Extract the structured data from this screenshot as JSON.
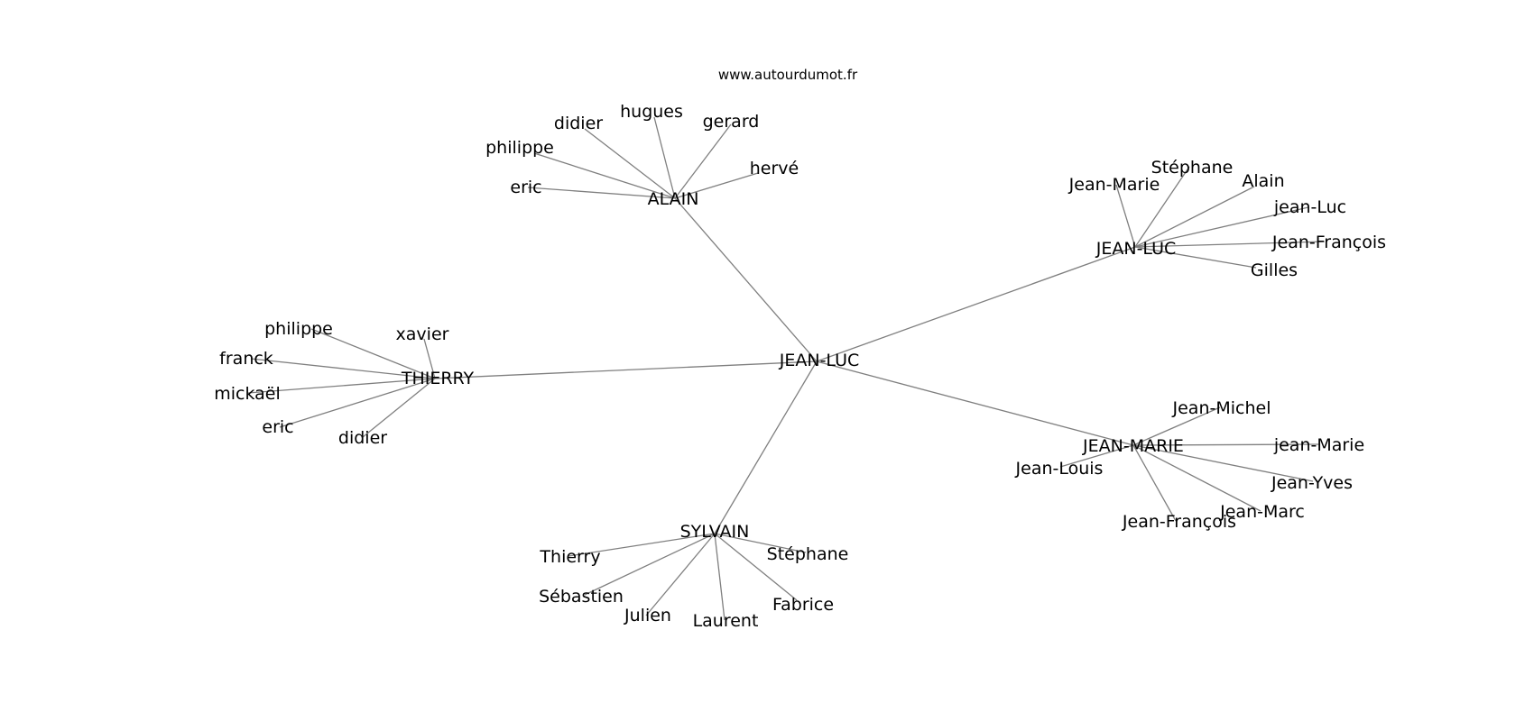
{
  "watermark": "www.autourdumot.fr",
  "colors": {
    "edge": "#7f7f7f",
    "text": "#000000",
    "background": "#ffffff"
  },
  "center": {
    "id": "center",
    "label": "JEAN-LUC"
  },
  "clusters": [
    {
      "id": "alain",
      "label": "ALAIN",
      "leaves": [
        {
          "id": "alain-didier",
          "label": "didier"
        },
        {
          "id": "alain-hugues",
          "label": "hugues"
        },
        {
          "id": "alain-gerard",
          "label": "gerard"
        },
        {
          "id": "alain-philippe",
          "label": "philippe"
        },
        {
          "id": "alain-herve",
          "label": "hervé"
        },
        {
          "id": "alain-eric",
          "label": "eric"
        }
      ]
    },
    {
      "id": "jean-luc",
      "label": "JEAN-LUC",
      "leaves": [
        {
          "id": "jl-stephane",
          "label": "Stéphane"
        },
        {
          "id": "jl-jean-marie",
          "label": "Jean-Marie"
        },
        {
          "id": "jl-alain",
          "label": "Alain"
        },
        {
          "id": "jl-jean-luc",
          "label": "jean-Luc"
        },
        {
          "id": "jl-jean-francois",
          "label": "Jean-François"
        },
        {
          "id": "jl-gilles",
          "label": "Gilles"
        }
      ]
    },
    {
      "id": "thierry",
      "label": "THIERRY",
      "leaves": [
        {
          "id": "th-philippe",
          "label": "philippe"
        },
        {
          "id": "th-xavier",
          "label": "xavier"
        },
        {
          "id": "th-franck",
          "label": "franck"
        },
        {
          "id": "th-mickael",
          "label": "mickaël"
        },
        {
          "id": "th-eric",
          "label": "eric"
        },
        {
          "id": "th-didier",
          "label": "didier"
        }
      ]
    },
    {
      "id": "jean-marie",
      "label": "JEAN-MARIE",
      "leaves": [
        {
          "id": "jm-jean-michel",
          "label": "Jean-Michel"
        },
        {
          "id": "jm-jean-marie",
          "label": "jean-Marie"
        },
        {
          "id": "jm-jean-louis",
          "label": "Jean-Louis"
        },
        {
          "id": "jm-jean-yves",
          "label": "Jean-Yves"
        },
        {
          "id": "jm-jean-marc",
          "label": "Jean-Marc"
        },
        {
          "id": "jm-jean-francois",
          "label": "Jean-François"
        }
      ]
    },
    {
      "id": "sylvain",
      "label": "SYLVAIN",
      "leaves": [
        {
          "id": "sy-thierry",
          "label": "Thierry"
        },
        {
          "id": "sy-stephane",
          "label": "Stéphane"
        },
        {
          "id": "sy-sebastien",
          "label": "Sébastien"
        },
        {
          "id": "sy-fabrice",
          "label": "Fabrice"
        },
        {
          "id": "sy-julien",
          "label": "Julien"
        },
        {
          "id": "sy-laurent",
          "label": "Laurent"
        }
      ]
    }
  ]
}
